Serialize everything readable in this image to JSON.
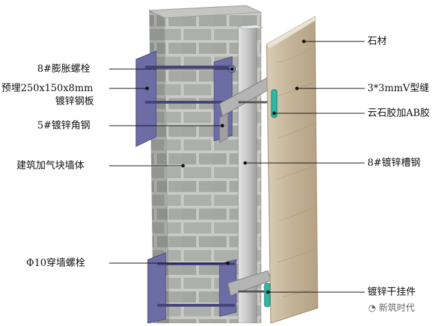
{
  "labels": {
    "left": [
      {
        "id": "expansion-bolt",
        "text": "8#膨胀螺栓"
      },
      {
        "id": "embedded-plate-1",
        "text": "预埋250x150x8mm"
      },
      {
        "id": "embedded-plate-2",
        "text": "镀锌钢板"
      },
      {
        "id": "angle-steel",
        "text": "5#镀锌角钢"
      },
      {
        "id": "aerated-block-wall",
        "text": "建筑加气块墙体"
      },
      {
        "id": "through-wall-bolt",
        "text": "Φ10穿墙螺栓"
      }
    ],
    "right": [
      {
        "id": "stone",
        "text": "石材"
      },
      {
        "id": "v-joint",
        "text": "3*3mmV型缝"
      },
      {
        "id": "ab-glue",
        "text": "云石胶加AB胶"
      },
      {
        "id": "channel-steel",
        "text": "8#镀锌槽钢"
      },
      {
        "id": "dry-hanger",
        "text": "镀锌干挂件"
      }
    ]
  },
  "watermark": "新筑时代",
  "colors": {
    "block_front": "#a9aba6",
    "block_side": "#8f918c",
    "block_top": "#c4c6c1",
    "mortar": "#d7d8d4",
    "plate": "#7070a8",
    "channel": "#c9c9c9",
    "stone": "#c8b79c",
    "clip": "#2fb7a3"
  }
}
